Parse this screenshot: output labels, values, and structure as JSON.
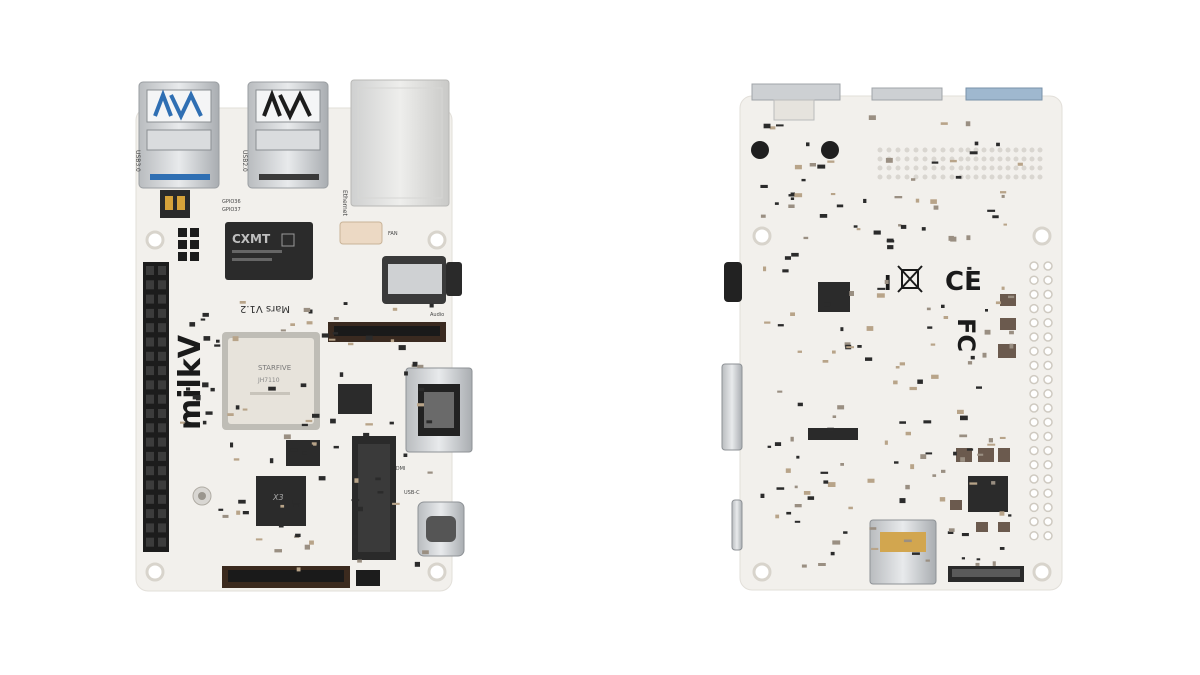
{
  "front": {
    "usb3_label": "USB3.0",
    "usb2_label": "USB2.0",
    "ethernet_label": "Ethernet",
    "fan_label": "FAN",
    "audio_label": "Audio",
    "gpio_labels": [
      "GPIO36",
      "GPIO37"
    ],
    "memory_brand": "CXMT",
    "board_name": "Mars V1.2",
    "brand_logo": "milkV",
    "soc_brand": "STARFIVE",
    "soc_id": "JH7110",
    "hdmi_label": "HDMI",
    "usbc_label": "USB-C",
    "pmic_mark": "X3"
  },
  "back": {
    "ce_mark": "CE",
    "fcc_mark": "FC",
    "weee_icon": "crossed-bin-icon",
    "polarity_mark": "I"
  },
  "colors": {
    "background": "#ffffff",
    "pcb": "#f2f0ec",
    "header_pin": "#1c1c1c",
    "usb3_blue": "#2f6fb3",
    "chip_dark": "#2b2b2b"
  }
}
